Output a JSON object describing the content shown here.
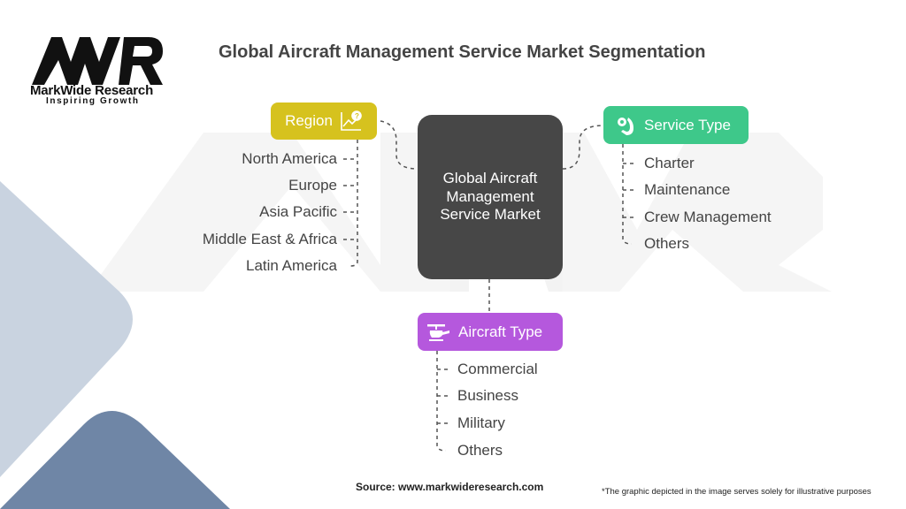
{
  "logo": {
    "name": "MarkWide Research",
    "tagline": "Inspiring Growth",
    "mark": "MWR"
  },
  "title": "Global Aircraft Management Service Market Segmentation",
  "center": {
    "label": "Global Aircraft Management Service Market"
  },
  "segments": {
    "region": {
      "label": "Region",
      "icon": "chart-question-icon",
      "color": "#d6c21e",
      "items": [
        "North America",
        "Europe",
        "Asia Pacific",
        "Middle East & Africa",
        "Latin America"
      ]
    },
    "service_type": {
      "label": "Service Type",
      "icon": "hand-gear-icon",
      "color": "#3ec88a",
      "items": [
        "Charter",
        "Maintenance",
        "Crew Management",
        "Others"
      ]
    },
    "aircraft_type": {
      "label": "Aircraft Type",
      "icon": "helicopter-icon",
      "color": "#b558dd",
      "items": [
        "Commercial",
        "Business",
        "Military",
        "Others"
      ]
    }
  },
  "footer": {
    "source": "Source: www.markwideresearch.com",
    "disclaimer": "*The graphic depicted in the image serves solely for illustrative purposes"
  }
}
